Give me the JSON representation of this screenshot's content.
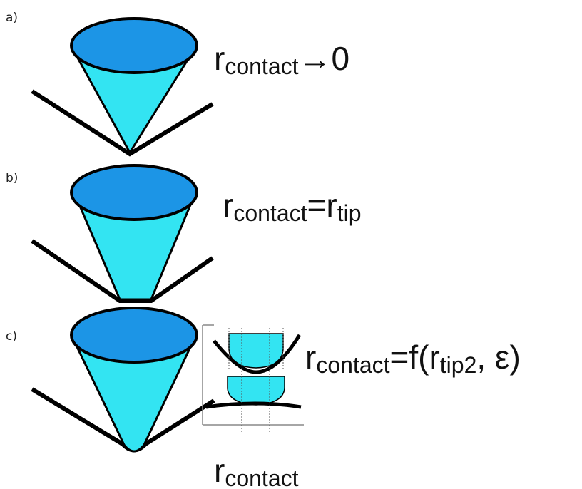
{
  "colors": {
    "cone_side": "#33e4f2",
    "cone_top": "#1c95e6",
    "outline": "#000000",
    "surface": "#000000",
    "inset_frame": "#888888",
    "guide_lines": "#555555"
  },
  "panels": [
    {
      "label": "a)",
      "symbol": "r",
      "subscript": "contact",
      "relation": "→0"
    },
    {
      "label": "b)",
      "symbol": "r",
      "subscript": "contact",
      "relation": "=r",
      "relation_subscript": "tip"
    },
    {
      "label": "c)",
      "symbol": "r",
      "subscript": "contact",
      "relation": "=f(r",
      "relation_subscript": "tip2",
      "relation_tail": ", ε)",
      "bottom_symbol": "r",
      "bottom_subscript": "contact"
    }
  ]
}
